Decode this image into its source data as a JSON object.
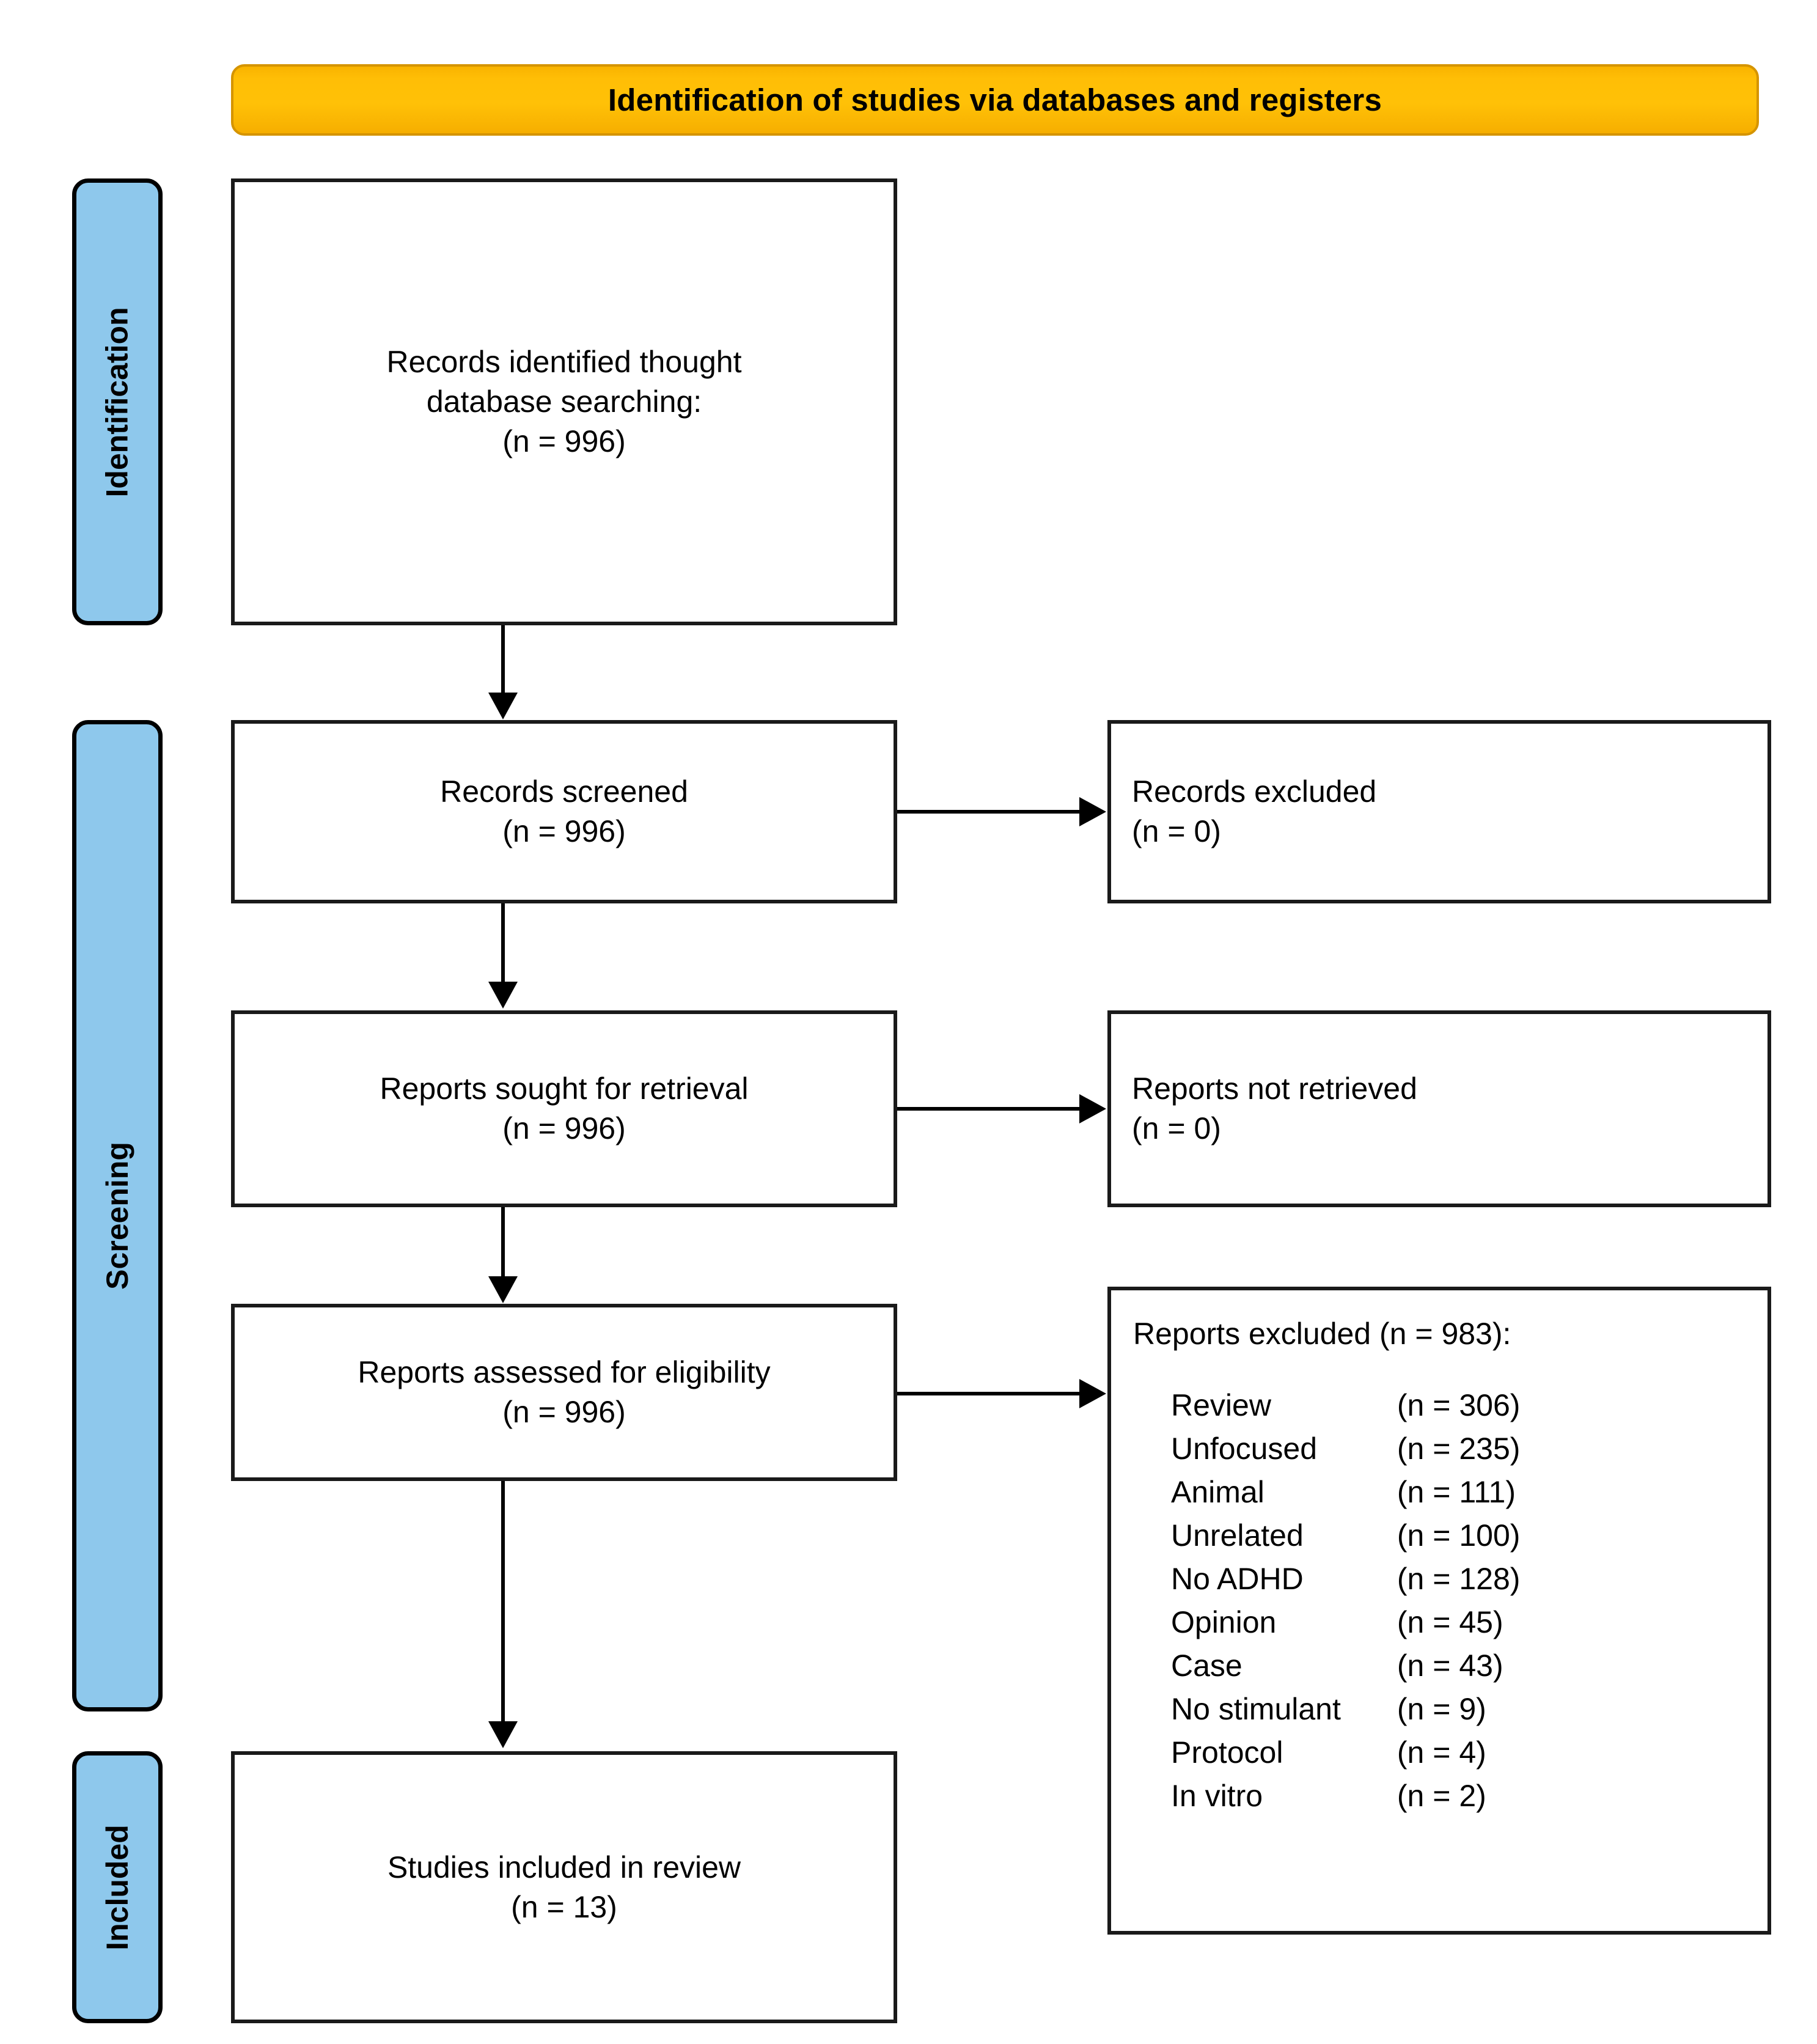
{
  "banner": {
    "title": "Identification of studies via databases and registers",
    "fill_color": "#ffc107",
    "border_color": "#d59400"
  },
  "stages": [
    {
      "label": "Identification"
    },
    {
      "label": "Screening"
    },
    {
      "label": "Included"
    }
  ],
  "stage_color": "#8ec8ec",
  "flow": {
    "identified": {
      "line1": "Records identified thought",
      "line2": "database searching:",
      "count": "(n = 996)"
    },
    "screened": {
      "line1": "Records screened",
      "count": "(n = 996)"
    },
    "records_excluded": {
      "line1": "Records excluded",
      "count": "(n = 0)"
    },
    "sought": {
      "line1": "Reports sought for retrieval",
      "count": "(n = 996)"
    },
    "not_retrieved": {
      "line1": "Reports not retrieved",
      "count": "(n = 0)"
    },
    "assessed": {
      "line1": "Reports assessed for eligibility",
      "count": "(n = 996)"
    },
    "included": {
      "line1": "Studies included in review",
      "count": "(n = 13)"
    }
  },
  "reports_excluded": {
    "title": "Reports excluded (n = 983):",
    "total": 983,
    "rows": [
      {
        "reason": "Review",
        "count": "(n = 306)"
      },
      {
        "reason": "Unfocused",
        "count": "(n = 235)"
      },
      {
        "reason": "Animal",
        "count": "(n = 111)"
      },
      {
        "reason": "Unrelated",
        "count": "(n = 100)"
      },
      {
        "reason": "No ADHD",
        "count": "(n = 128)"
      },
      {
        "reason": "Opinion",
        "count": "(n = 45)"
      },
      {
        "reason": "Case",
        "count": "(n = 43)"
      },
      {
        "reason": "No stimulant",
        "count": "(n = 9)"
      },
      {
        "reason": "Protocol",
        "count": "(n = 4)"
      },
      {
        "reason": "In vitro",
        "count": "(n = 2)"
      }
    ]
  }
}
